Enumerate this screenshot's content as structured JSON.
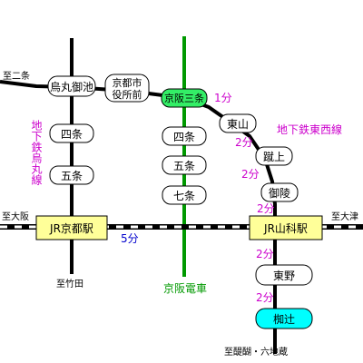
{
  "colors": {
    "line_black": "#000000",
    "line_green": "#009900",
    "magenta": "#cc00cc",
    "blue": "#0000cc",
    "jr_box": "#ffff99",
    "keihan_box": "#33ee66",
    "dest_box": "#00ffff",
    "white": "#ffffff"
  },
  "stations": {
    "karasuma_oike": "烏丸御池",
    "shiyakusho_line1": "京都市",
    "shiyakusho_line2": "役所前",
    "keihan_sanjo": "京阪三条",
    "shijo": "四条",
    "gojo_subway": "五条",
    "shijo_keihan": "四条",
    "gojo_keihan": "五条",
    "shichijo": "七条",
    "higashiyama": "東山",
    "keage": "蹴上",
    "misasagi": "御陵",
    "jr_kyoto": "JR京都駅",
    "jr_yamashina": "JR山科駅",
    "higashino": "東野",
    "nagitsuji": "椥辻"
  },
  "labels": {
    "to_nijo": "至二条",
    "to_osaka": "至大阪",
    "to_otsu": "至大津",
    "to_takeda": "至竹田",
    "to_daigo": "至醍醐・六地蔵",
    "karasuma_line": "地下鉄烏丸線",
    "tozai_line": "地下鉄東西線",
    "keihan_line": "京阪電車"
  },
  "times": {
    "sanjo_higashiyama": "1分",
    "higashiyama_keage": "2分",
    "keage_misasagi": "2分",
    "misasagi_yamashina": "2分",
    "kyoto_yamashina": "5分",
    "yamashina_higashino": "2分",
    "higashino_nagitsuji": "2分"
  }
}
